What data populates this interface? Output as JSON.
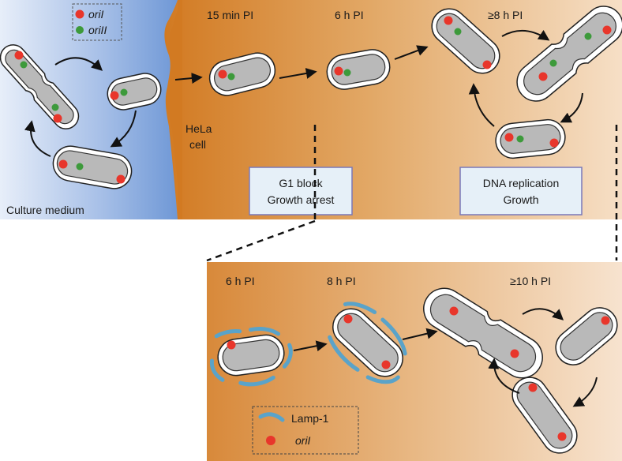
{
  "top_panel": {
    "legend": {
      "oriI": "oriI",
      "oriII": "oriII"
    },
    "culture_medium_label": "Culture medium",
    "host_cell_label_line1": "HeLa",
    "host_cell_label_line2": "cell",
    "timepoints": [
      "15 min PI",
      "6 h PI",
      "≥8 h PI"
    ],
    "box_growth_arrest": {
      "line1": "G1 block",
      "line2": "Growth arrest"
    },
    "box_replication": {
      "line1": "DNA replication",
      "line2": "Growth"
    }
  },
  "bottom_panel": {
    "timepoints": [
      "6 h PI",
      "8 h PI",
      "≥10 h PI"
    ],
    "legend": {
      "lamp1": "Lamp-1",
      "oriI": "oriI"
    }
  },
  "colors": {
    "ori_I_red": "#e8362b",
    "ori_II_green": "#3d9a3b",
    "lamp1_blue": "#5aa3c9",
    "bacterium_fill": "#b9b9b9",
    "medium_blue": "#7aa0d8",
    "host_orange": "#d88a3a",
    "box_fill": "#e6f0f8",
    "box_border": "#7a78b8"
  }
}
